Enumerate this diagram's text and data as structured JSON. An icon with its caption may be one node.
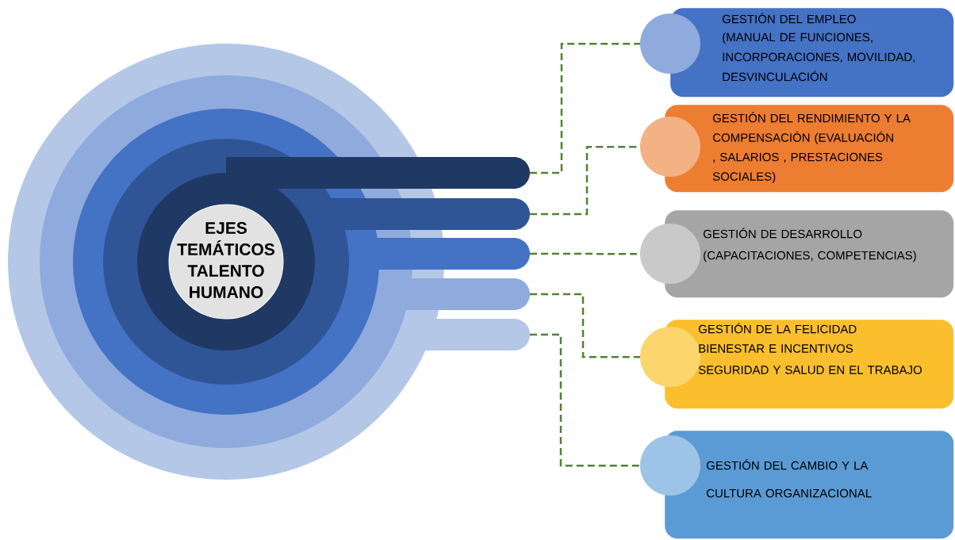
{
  "diagram": {
    "nodes": [
      {
        "text": [
          "EJES TEMÁTICOS TALENTO HUMANO"
        ]
      },
      {
        "text": [],
        "shape": "bar"
      },
      {
        "text": [],
        "shape": "bar"
      },
      {
        "text": [],
        "shape": "bar"
      },
      {
        "text": [],
        "shape": "bar"
      },
      {
        "text": [],
        "shape": "bar"
      },
      {
        "text": [
          "GESTIÓN DEL EMPLEO",
          "(MANUAL DE FUNCIONES, INCORPORACIONES, MOVILIDAD, DESVINCULACIÓN"
        ]
      },
      {
        "text": [
          "GESTIÓN DEL RENDIMIENTO Y LA COMPENSACIÓN (EVALUACIÓN , SALARIOS , PRESTACIONES SOCIALES)"
        ]
      },
      {
        "text": [
          "GESTIÓN DE DESARROLLO (CAPACITACIONES, COMPETENCIAS)"
        ]
      },
      {
        "text": [
          "GESTIÓN DE LA FELICIDAD",
          "BIENESTAR E INCENTIVOS",
          "SEGURIDAD Y SALUD EN EL TRABAJO"
        ]
      },
      {
        "text": [
          "GESTIÓN DEL CAMBIO Y LA CULTURA ORGANIZACIONAL"
        ]
      }
    ],
    "edges": [
      {
        "from": 1,
        "to": 6,
        "arrow": "none",
        "style": "dashed"
      },
      {
        "from": 2,
        "to": 7,
        "arrow": "none",
        "style": "dashed"
      },
      {
        "from": 3,
        "to": 8,
        "arrow": "none",
        "style": "dashed"
      },
      {
        "from": 4,
        "to": 9,
        "arrow": "none",
        "style": "dashed"
      },
      {
        "from": 5,
        "to": 10,
        "arrow": "none",
        "style": "dashed"
      }
    ]
  }
}
